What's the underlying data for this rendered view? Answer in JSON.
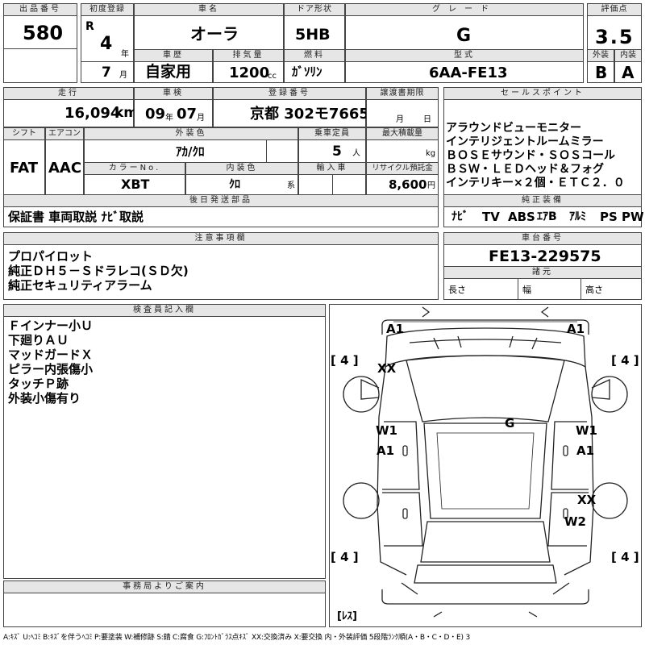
{
  "row1": {
    "lot_no_label": "出品番号",
    "lot_no": "580",
    "first_reg_label": "初度登録",
    "era": "R",
    "year": "4",
    "year_unit": "年",
    "month": "7",
    "month_unit": "月",
    "car_name_label": "車名",
    "car_name": "オーラ",
    "door_label": "ドア形状",
    "door": "5HB",
    "grade_label": "グレード",
    "grade": "G",
    "score_label": "評価点",
    "score": "3.5",
    "history_label": "車歴",
    "history": "自家用",
    "displacement_label": "排気量",
    "displacement": "1200",
    "displacement_unit": "cc",
    "fuel_label": "燃料",
    "fuel": "ｶﾞｿﾘﾝ",
    "model_label": "型式",
    "model": "6AA-FE13",
    "exterior_label": "外装",
    "exterior": "B",
    "interior_label": "内装",
    "interior": "A"
  },
  "row2": {
    "mileage_label": "走行",
    "mileage": "16,094",
    "mileage_unit": "km",
    "inspection_label": "車検",
    "insp_year": "09",
    "insp_year_unit": "年",
    "insp_month": "07",
    "insp_month_unit": "月",
    "reg_no_label": "登録番号",
    "reg_no": "京都 302モ7665",
    "transfer_label": "譲渡書期限",
    "transfer_month_unit": "月",
    "transfer_day_unit": "日",
    "shift_label": "シフト",
    "shift": "FAT",
    "ac_label": "エアコン",
    "ac": "AAC",
    "ext_color_label": "外装色",
    "ext_color": "ｱｶ/ｸﾛ",
    "capacity_label": "乗車定員",
    "capacity": "5",
    "capacity_unit": "人",
    "max_load_label": "最大積載量",
    "max_load_unit": "kg",
    "color_no_label": "カラーNo.",
    "color_no": "XBT",
    "int_color_label": "内装色",
    "int_color": "ｸﾛ",
    "int_color_unit": "系",
    "import_label": "輸入車",
    "recycle_label": "リサイクル預託金",
    "recycle": "8,600",
    "recycle_unit": "円",
    "later_label": "後日発送部品",
    "later": "保証書 車両取説 ﾅﾋﾞ取説"
  },
  "sales": {
    "label": "セールスポイント",
    "lines": [
      "アラウンドビューモニター",
      "インテリジェントルームミラー",
      "ＢＯＳＥサウンド・ＳＯＳコール",
      "ＢＳＷ・ＬＥＤヘッド＆フォグ",
      "インテリキー×２個・ＥＴＣ２．０"
    ]
  },
  "equipment": {
    "label": "純正装備",
    "items": [
      "ﾅﾋﾞ",
      "TV",
      "ABS",
      "ｴｱB",
      "ｱﾙﾐ",
      "PS",
      "PW"
    ]
  },
  "notes": {
    "label": "注意事項欄",
    "text": "プロパイロット\n純正ＤＨ５－Ｓドラレコ(ＳＤ欠)\n純正セキュリティアラーム"
  },
  "chassis": {
    "label": "車台番号",
    "value": "FE13-229575"
  },
  "dims": {
    "label": "諸元",
    "length_label": "長さ",
    "width_label": "幅",
    "height_label": "高さ"
  },
  "inspector": {
    "label": "検査員記入欄",
    "text": "Ｆインナー小Ｕ\n下廻りＡＵ\nマッドガードＸ\nピラー内張傷小\nタッチＰ跡\n外装小傷有り"
  },
  "office": {
    "label": "事務局よりご案内"
  },
  "diagram": {
    "marks": {
      "front_left": "A1",
      "front_right": "A1",
      "fl_xx": "XX",
      "g": "G",
      "w1_left": "W1",
      "a1_left": "A1",
      "w1_right": "W1",
      "a1_right": "A1",
      "rr_xx": "XX",
      "w2": "W2"
    },
    "tires": {
      "fl": "[ 4 ]",
      "fr": "[ 4 ]",
      "rl": "[ 4 ]",
      "rr": "[ 4 ]",
      "spare": "[ﾚｽ]"
    }
  },
  "legend": "A:ｷｽﾞ U:ﾍｺﾐ B:ｷｽﾞを伴うﾍｺﾐ P:要塗装 W:補修跡 S:錆 C:腐食 G:ﾌﾛﾝﾄｶﾞﾗｽ点ｷｽﾞ XX:交換済み X:要交換 内・外装評価 5段階ﾗﾝｸ順(A・B・C・D・E) 3"
}
